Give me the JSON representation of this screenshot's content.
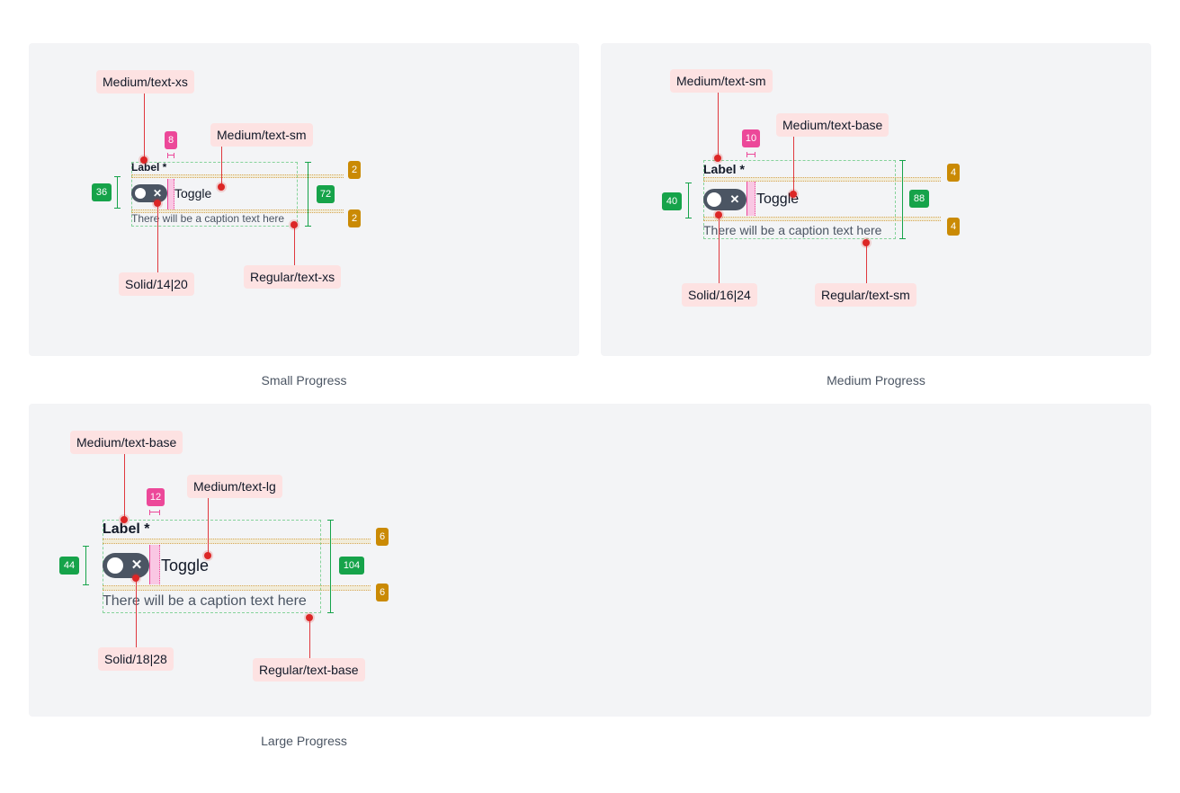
{
  "panels": [
    {
      "title": "Small Progress",
      "label_text": "Label *",
      "toggle_text": "Toggle",
      "caption_text": "There will be a caption text here",
      "annotations": {
        "label_font": "Medium/text-xs",
        "toggle_font": "Medium/text-sm",
        "icon_spec": "Solid/14|20",
        "caption_font": "Regular/text-xs"
      },
      "measurements": {
        "gap": "8",
        "control_height": "36",
        "total_height": "72",
        "top_spacing": "2",
        "bottom_spacing": "2"
      }
    },
    {
      "title": "Medium Progress",
      "label_text": "Label *",
      "toggle_text": "Toggle",
      "caption_text": "There will be a caption text here",
      "annotations": {
        "label_font": "Medium/text-sm",
        "toggle_font": "Medium/text-base",
        "icon_spec": "Solid/16|24",
        "caption_font": "Regular/text-sm"
      },
      "measurements": {
        "gap": "10",
        "control_height": "40",
        "total_height": "88",
        "top_spacing": "4",
        "bottom_spacing": "4"
      }
    },
    {
      "title": "Large Progress",
      "label_text": "Label *",
      "toggle_text": "Toggle",
      "caption_text": "There will be a caption text here",
      "annotations": {
        "label_font": "Medium/text-base",
        "toggle_font": "Medium/text-lg",
        "icon_spec": "Solid/18|28",
        "caption_font": "Regular/text-base"
      },
      "measurements": {
        "gap": "12",
        "control_height": "44",
        "total_height": "104",
        "top_spacing": "6",
        "bottom_spacing": "6"
      }
    }
  ],
  "icons": {
    "toggle_off": "x-icon"
  },
  "colors": {
    "panel_bg": "#f3f4f6",
    "annotation_tag": "#fde2e2",
    "pointer": "#dc2626",
    "height_badge": "#16a34a",
    "spacing_badge": "#ca8a04",
    "gap_badge": "#ec4899",
    "toggle_track": "#4b5563"
  }
}
